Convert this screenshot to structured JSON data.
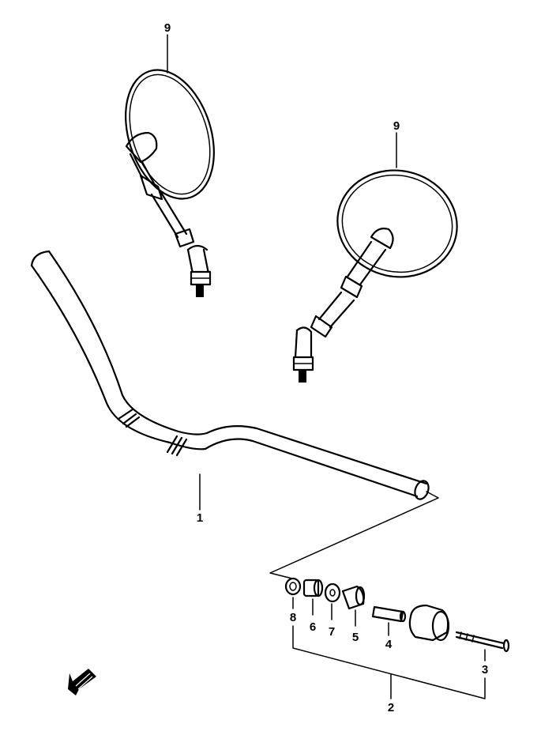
{
  "colors": {
    "line": "#000000",
    "background": "#ffffff"
  },
  "callouts": {
    "mirror_left": "9",
    "mirror_right": "9",
    "handlebar": "1",
    "nut": "8",
    "spacer": "6",
    "washer": "7",
    "collar": "5",
    "rod": "4",
    "screw": "3",
    "balancer_set": "2"
  },
  "icons": {
    "front_direction": "arrow-down-left-icon"
  }
}
